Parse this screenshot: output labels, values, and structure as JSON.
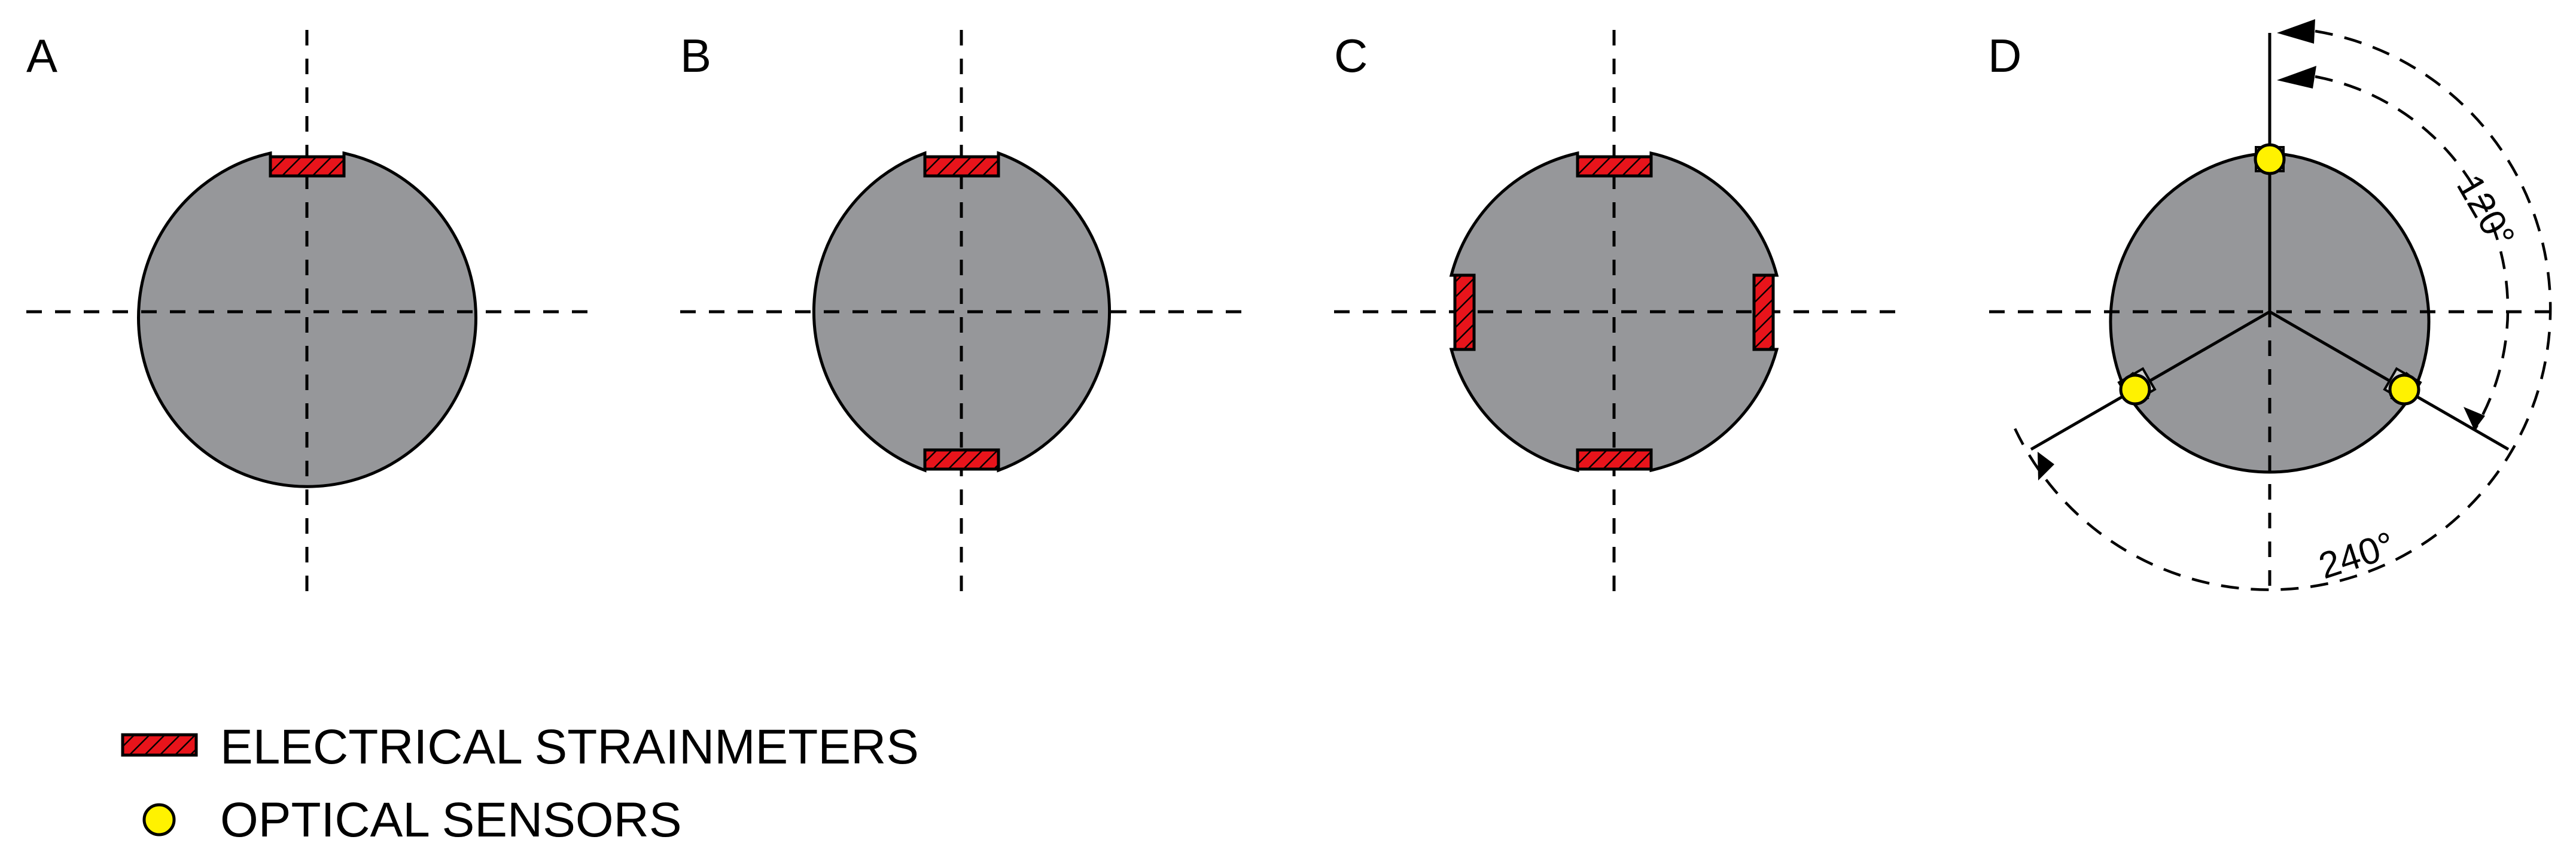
{
  "panels": [
    {
      "id": "A",
      "label": "A"
    },
    {
      "id": "B",
      "label": "B"
    },
    {
      "id": "C",
      "label": "C"
    },
    {
      "id": "D",
      "label": "D"
    }
  ],
  "angles": {
    "sensor_spacing_1": "120°",
    "sensor_spacing_2": "240°"
  },
  "legend": {
    "strainmeters_label": "ELECTRICAL STRAINMETERS",
    "sensors_label": "OPTICAL SENSORS"
  },
  "colors": {
    "body_fill": "#96979a",
    "strainmeter_fill": "#e8141b",
    "sensor_fill": "#fff200",
    "outline": "#000000"
  },
  "icons": {
    "strainmeter": "hatched-red-rectangle",
    "sensor": "yellow-circle"
  }
}
